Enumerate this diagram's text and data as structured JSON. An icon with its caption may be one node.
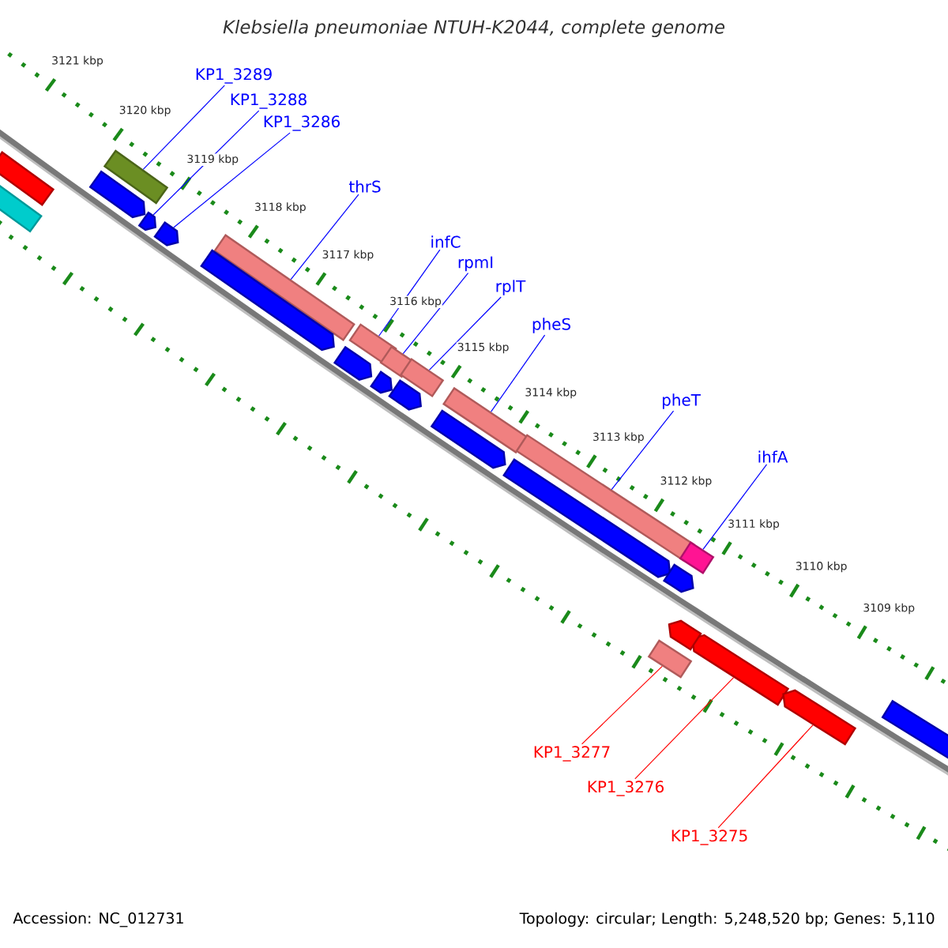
{
  "diagram": {
    "title": "Klebsiella pneumoniae NTUH-K2044, complete genome",
    "nodes": [
      {
        "text": [
          "KP1_3289"
        ]
      },
      {
        "text": [
          "KP1_3288"
        ]
      },
      {
        "text": [
          "KP1_3286"
        ]
      },
      {
        "text": [
          "thrS"
        ]
      },
      {
        "text": [
          "infC"
        ]
      },
      {
        "text": [
          "rpmI"
        ]
      },
      {
        "text": [
          "rplT"
        ]
      },
      {
        "text": [
          "pheS"
        ]
      },
      {
        "text": [
          "pheT"
        ]
      },
      {
        "text": [
          "ihfA"
        ]
      },
      {
        "text": [
          "KP1_3277"
        ]
      },
      {
        "text": [
          "KP1_3276"
        ]
      },
      {
        "text": [
          "KP1_3275"
        ]
      },
      {
        "text": [],
        "shape": "bar"
      },
      {
        "text": [],
        "shape": "arrow"
      },
      {
        "text": [],
        "shape": "arrow"
      },
      {
        "text": [],
        "shape": "bar"
      },
      {
        "text": [],
        "shape": "bar"
      },
      {
        "text": [],
        "shape": "bar"
      },
      {
        "text": [],
        "shape": "bar"
      },
      {
        "text": [],
        "shape": "bar"
      },
      {
        "text": [],
        "shape": "bar"
      },
      {
        "text": [],
        "shape": "bar"
      },
      {
        "text": [],
        "shape": "bar"
      },
      {
        "text": [],
        "shape": "arrow"
      },
      {
        "text": [],
        "shape": "arrow"
      },
      {
        "text": [],
        "shape": "bar"
      },
      {
        "text": [],
        "shape": "bar"
      },
      {
        "text": [],
        "shape": "arrow"
      },
      {
        "text": [],
        "shape": "arrow"
      },
      {
        "text": [],
        "shape": "arrow"
      },
      {
        "text": [],
        "shape": "arrow"
      },
      {
        "text": [],
        "shape": "arrow"
      },
      {
        "text": [],
        "shape": "arrow"
      },
      {
        "text": [],
        "shape": "arrow"
      },
      {
        "text": [],
        "shape": "arrow"
      },
      {
        "text": [],
        "shape": "arrow"
      },
      {
        "text": [],
        "shape": "bar"
      }
    ],
    "edges": [
      {
        "from": 0,
        "to": 13,
        "arrow": "none"
      },
      {
        "from": 1,
        "to": 14,
        "arrow": "none"
      },
      {
        "from": 2,
        "to": 15,
        "arrow": "none"
      },
      {
        "from": 3,
        "to": 16,
        "arrow": "none"
      },
      {
        "from": 4,
        "to": 17,
        "arrow": "none"
      },
      {
        "from": 5,
        "to": 18,
        "arrow": "none"
      },
      {
        "from": 6,
        "to": 19,
        "arrow": "none"
      },
      {
        "from": 7,
        "to": 20,
        "arrow": "none"
      },
      {
        "from": 8,
        "to": 21,
        "arrow": "none"
      },
      {
        "from": 9,
        "to": 22,
        "arrow": "none"
      },
      {
        "from": 10,
        "to": 23,
        "arrow": "none",
        "color": "#ff0000"
      },
      {
        "from": 11,
        "to": 24,
        "arrow": "none",
        "color": "#ff0000"
      },
      {
        "from": 12,
        "to": 25,
        "arrow": "none",
        "color": "#ff0000"
      }
    ],
    "labels": [
      "3121 kbp",
      "3120 kbp",
      "3119 kbp",
      "3118 kbp",
      "3117 kbp",
      "3116 kbp",
      "3115 kbp",
      "3114 kbp",
      "3113 kbp",
      "3112 kbp",
      "3111 kbp",
      "3110 kbp",
      "3109 kbp",
      "Accession: NC_012731",
      "Topology: circular; Length: 5,248,520 bp; Genes: 5,110"
    ]
  }
}
